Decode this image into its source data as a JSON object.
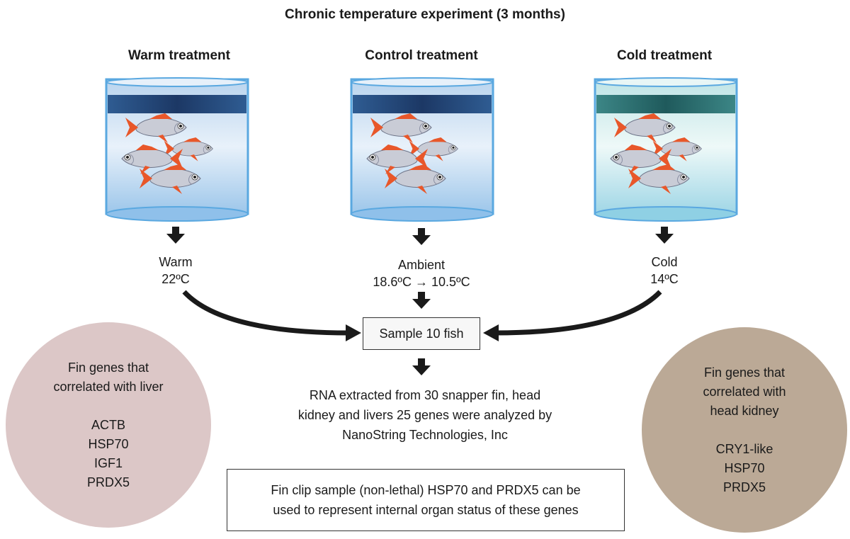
{
  "title": "Chronic temperature experiment (3 months)",
  "treatments": [
    {
      "heading": "Warm treatment",
      "condition": "Warm",
      "temperature": "22ºC",
      "water_color": "#cfe2f3"
    },
    {
      "heading": "Control treatment",
      "condition": "Ambient",
      "temperature": "18.6ºC → 10.5ºC",
      "water_color": "#cfe2f3"
    },
    {
      "heading": "Cold treatment",
      "condition": "Cold",
      "temperature": "14ºC",
      "water_color": "#d8f1f1"
    }
  ],
  "sample_box": "Sample 10 fish",
  "rna_text": [
    "RNA extracted from 30 snapper fin, head",
    "kidney and livers 25 genes were analyzed by",
    "NanoString Technologies, Inc"
  ],
  "conclusion": [
    "Fin clip sample (non-lethal) HSP70 and PRDX5 can be",
    "used to represent internal organ status of these genes"
  ],
  "left_circle": {
    "heading": [
      "Fin genes that",
      "correlated with liver"
    ],
    "genes": [
      "ACTB",
      "HSP70",
      "IGF1",
      "PRDX5"
    ],
    "color": "#dcc7c7"
  },
  "right_circle": {
    "heading": [
      "Fin genes that",
      "correlated with",
      "head kidney"
    ],
    "genes": [
      "CRY1-like",
      "HSP70",
      "PRDX5"
    ],
    "color": "#bba996"
  },
  "colors": {
    "fish_body": "#c9ccd6",
    "fish_fin": "#e8572a",
    "tank_band_warm": "#1f3d6e",
    "tank_band_cold": "#1f5a5c",
    "tank_outline": "#5aa8e0"
  }
}
